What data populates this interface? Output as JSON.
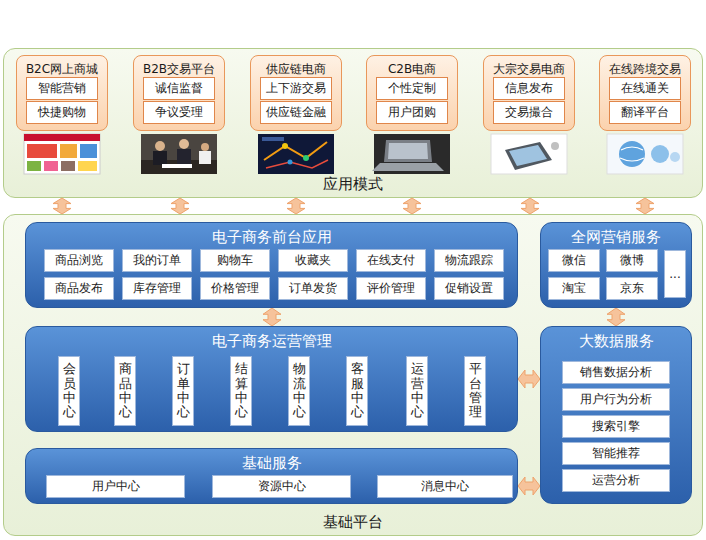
{
  "diagram": {
    "nodes": [
      {
        "text": [
          "应用模式"
        ]
      },
      {
        "text": [
          "B2C网上商城"
        ],
        "in": 0
      },
      {
        "text": [
          "智能营销"
        ],
        "in": 1
      },
      {
        "text": [
          "快捷购物"
        ],
        "in": 1
      },
      {
        "text": [
          "B2B交易平台"
        ],
        "in": 0
      },
      {
        "text": [
          "诚信监督"
        ],
        "in": 4
      },
      {
        "text": [
          "争议受理"
        ],
        "in": 4
      },
      {
        "text": [
          "供应链电商"
        ],
        "in": 0
      },
      {
        "text": [
          "上下游交易"
        ],
        "in": 7
      },
      {
        "text": [
          "供应链金融"
        ],
        "in": 7
      },
      {
        "text": [
          "C2B电商"
        ],
        "in": 0
      },
      {
        "text": [
          "个性定制"
        ],
        "in": 10
      },
      {
        "text": [
          "用户团购"
        ],
        "in": 10
      },
      {
        "text": [
          "大宗交易电商"
        ],
        "in": 0
      },
      {
        "text": [
          "信息发布"
        ],
        "in": 13
      },
      {
        "text": [
          "交易撮合"
        ],
        "in": 13
      },
      {
        "text": [
          "在线跨境交易"
        ],
        "in": 0
      },
      {
        "text": [
          "在线通关"
        ],
        "in": 16
      },
      {
        "text": [
          "翻译平台"
        ],
        "in": 16
      },
      {
        "text": [
          "基础平台"
        ]
      },
      {
        "text": [
          "电子商务前台应用"
        ],
        "in": 19
      },
      {
        "text": [
          "商品浏览"
        ],
        "in": 20
      },
      {
        "text": [
          "我的订单"
        ],
        "in": 20
      },
      {
        "text": [
          "购物车"
        ],
        "in": 20
      },
      {
        "text": [
          "收藏夹"
        ],
        "in": 20
      },
      {
        "text": [
          "在线支付"
        ],
        "in": 20
      },
      {
        "text": [
          "物流跟踪"
        ],
        "in": 20
      },
      {
        "text": [
          "商品发布"
        ],
        "in": 20
      },
      {
        "text": [
          "库存管理"
        ],
        "in": 20
      },
      {
        "text": [
          "价格管理"
        ],
        "in": 20
      },
      {
        "text": [
          "订单发货"
        ],
        "in": 20
      },
      {
        "text": [
          "评价管理"
        ],
        "in": 20
      },
      {
        "text": [
          "促销设置"
        ],
        "in": 20
      },
      {
        "text": [
          "全网营销服务"
        ],
        "in": 19
      },
      {
        "text": [
          "微信"
        ],
        "in": 33
      },
      {
        "text": [
          "微博"
        ],
        "in": 33
      },
      {
        "text": [
          "淘宝"
        ],
        "in": 33
      },
      {
        "text": [
          "京东"
        ],
        "in": 33
      },
      {
        "text": [
          "..."
        ],
        "in": 33
      },
      {
        "text": [
          "电子商务运营管理"
        ],
        "in": 19
      },
      {
        "text": [
          "会员中心"
        ],
        "in": 39
      },
      {
        "text": [
          "商品中心"
        ],
        "in": 39
      },
      {
        "text": [
          "订单中心"
        ],
        "in": 39
      },
      {
        "text": [
          "结算中心"
        ],
        "in": 39
      },
      {
        "text": [
          "物流中心"
        ],
        "in": 39
      },
      {
        "text": [
          "客服中心"
        ],
        "in": 39
      },
      {
        "text": [
          "运营中心"
        ],
        "in": 39
      },
      {
        "text": [
          "平台管理"
        ],
        "in": 39
      },
      {
        "text": [
          "大数据服务"
        ],
        "in": 19
      },
      {
        "text": [
          "销售数据分析"
        ],
        "in": 48
      },
      {
        "text": [
          "用户行为分析"
        ],
        "in": 48
      },
      {
        "text": [
          "搜索引擎"
        ],
        "in": 48
      },
      {
        "text": [
          "智能推荐"
        ],
        "in": 48
      },
      {
        "text": [
          "运营分析"
        ],
        "in": 48
      },
      {
        "text": [
          "基础服务"
        ],
        "in": 19
      },
      {
        "text": [
          "用户中心"
        ],
        "in": 54
      },
      {
        "text": [
          "资源中心"
        ],
        "in": 54
      },
      {
        "text": [
          "消息中心"
        ],
        "in": 54
      }
    ],
    "edges": [
      {
        "from": 0,
        "to": 19,
        "arrow": "both"
      },
      {
        "from": 0,
        "to": 19,
        "arrow": "both"
      },
      {
        "from": 0,
        "to": 19,
        "arrow": "both"
      },
      {
        "from": 0,
        "to": 19,
        "arrow": "both"
      },
      {
        "from": 0,
        "to": 19,
        "arrow": "both"
      },
      {
        "from": 0,
        "to": 19,
        "arrow": "both"
      },
      {
        "from": 20,
        "to": 39,
        "arrow": "both"
      },
      {
        "from": 33,
        "to": 48,
        "arrow": "both"
      },
      {
        "from": 39,
        "to": 48,
        "arrow": "both"
      },
      {
        "from": 54,
        "to": 48,
        "arrow": "both"
      }
    ]
  }
}
